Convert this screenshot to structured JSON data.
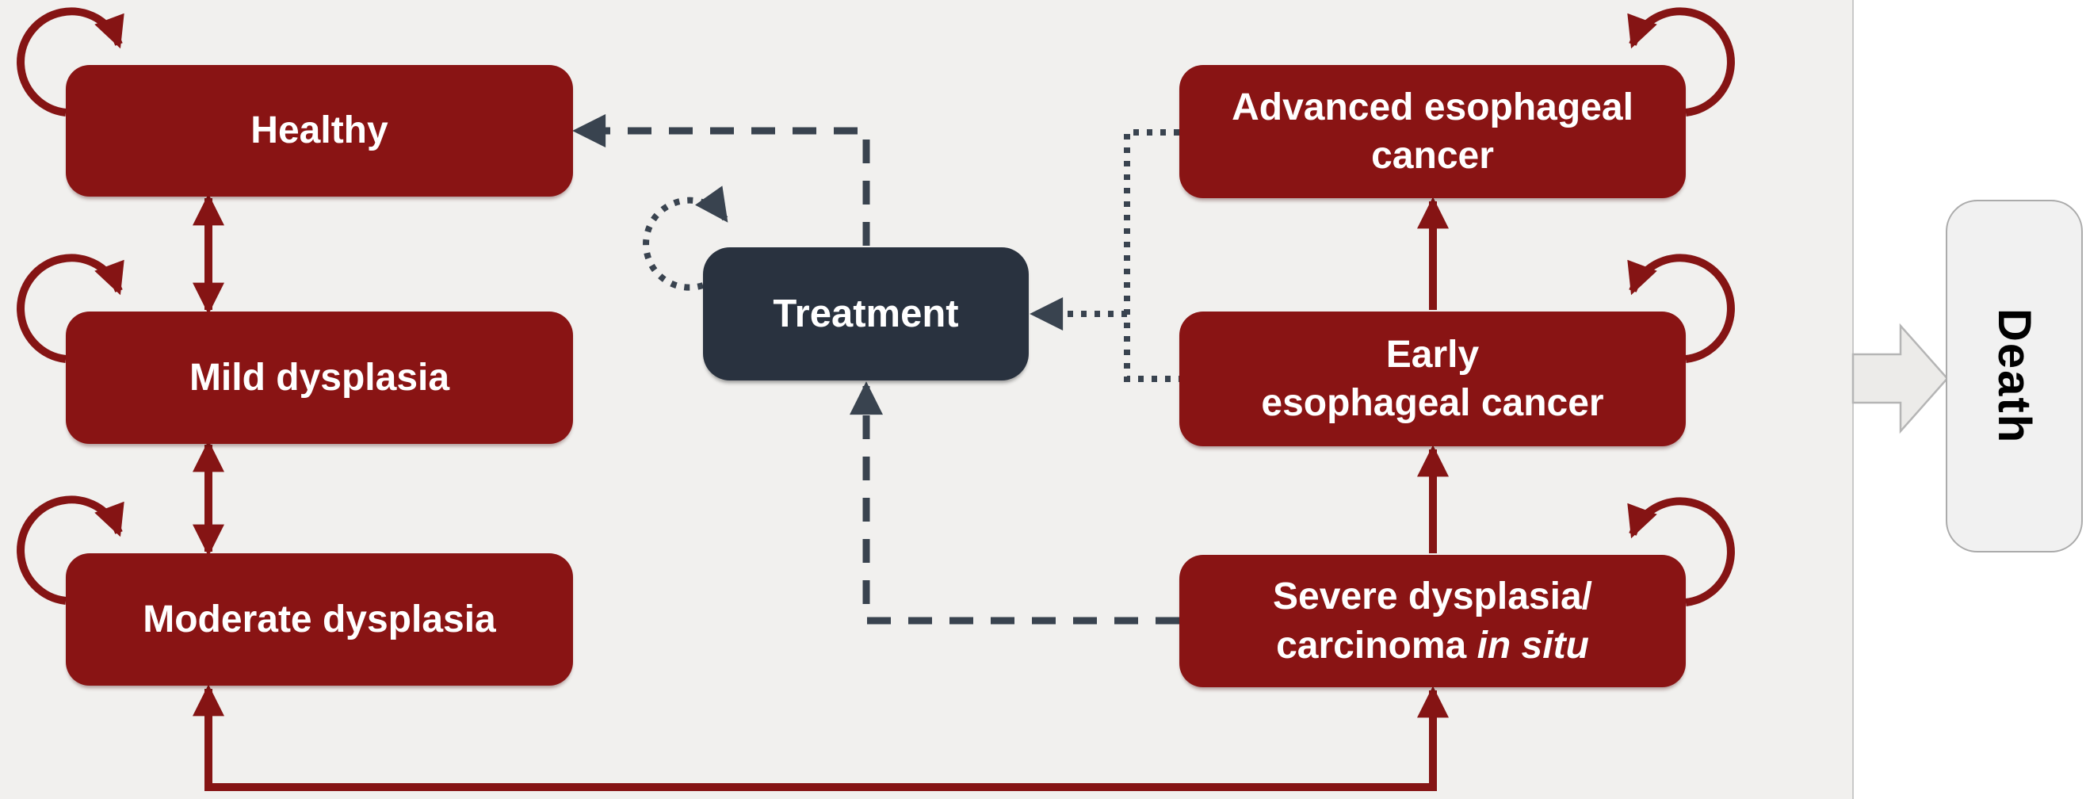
{
  "diagram": {
    "nodes": {
      "healthy": {
        "label": "Healthy"
      },
      "mild": {
        "label": "Mild dysplasia"
      },
      "moderate": {
        "label": "Moderate dysplasia"
      },
      "treatment": {
        "label": "Treatment"
      },
      "advanced": {
        "line1": "Advanced esophageal",
        "line2": "cancer"
      },
      "early": {
        "line1": "Early",
        "line2": "esophageal cancer"
      },
      "severe": {
        "line1": "Severe dysplasia/",
        "line2_normal": "carcinoma ",
        "line2_italic": "in situ"
      },
      "death": {
        "label": "Death"
      }
    },
    "edges": [
      {
        "from": "healthy",
        "to": "mild",
        "style": "solid",
        "bidirectional": true
      },
      {
        "from": "mild",
        "to": "moderate",
        "style": "solid",
        "bidirectional": true
      },
      {
        "from": "moderate",
        "to": "severe",
        "style": "solid",
        "bidirectional": true,
        "route": "bottom"
      },
      {
        "from": "severe",
        "to": "early",
        "style": "solid",
        "bidirectional": false
      },
      {
        "from": "early",
        "to": "advanced",
        "style": "solid",
        "bidirectional": false
      },
      {
        "from": "treatment",
        "to": "healthy",
        "style": "dashed",
        "bidirectional": false
      },
      {
        "from": "severe",
        "to": "treatment",
        "style": "dashed",
        "bidirectional": false
      },
      {
        "from": "advanced",
        "to": "treatment",
        "style": "dotted",
        "bidirectional": false
      },
      {
        "from": "early",
        "to": "treatment",
        "style": "dotted",
        "bidirectional": false
      },
      {
        "from": "treatment",
        "to": "treatment",
        "style": "dotted-self-loop"
      },
      {
        "from": "healthy",
        "to": "healthy",
        "style": "self-loop"
      },
      {
        "from": "mild",
        "to": "mild",
        "style": "self-loop"
      },
      {
        "from": "moderate",
        "to": "moderate",
        "style": "self-loop"
      },
      {
        "from": "advanced",
        "to": "advanced",
        "style": "self-loop"
      },
      {
        "from": "early",
        "to": "early",
        "style": "self-loop"
      },
      {
        "from": "severe",
        "to": "severe",
        "style": "self-loop"
      },
      {
        "from": "all-states",
        "to": "death",
        "style": "block-arrow"
      }
    ],
    "colors": {
      "state_fill": "#891414",
      "state_text": "#FFFFFF",
      "treatment_fill": "#29323F",
      "connector_red": "#851414",
      "connector_dark": "#39434F",
      "background": "#F1F0EE",
      "side_panel": "#FFFFFF",
      "death_fill": "#F1F1F1",
      "death_border": "#ABABAB",
      "death_text": "#000000",
      "block_arrow_fill": "#ECEBE9",
      "block_arrow_border": "#B5B5B5"
    }
  }
}
